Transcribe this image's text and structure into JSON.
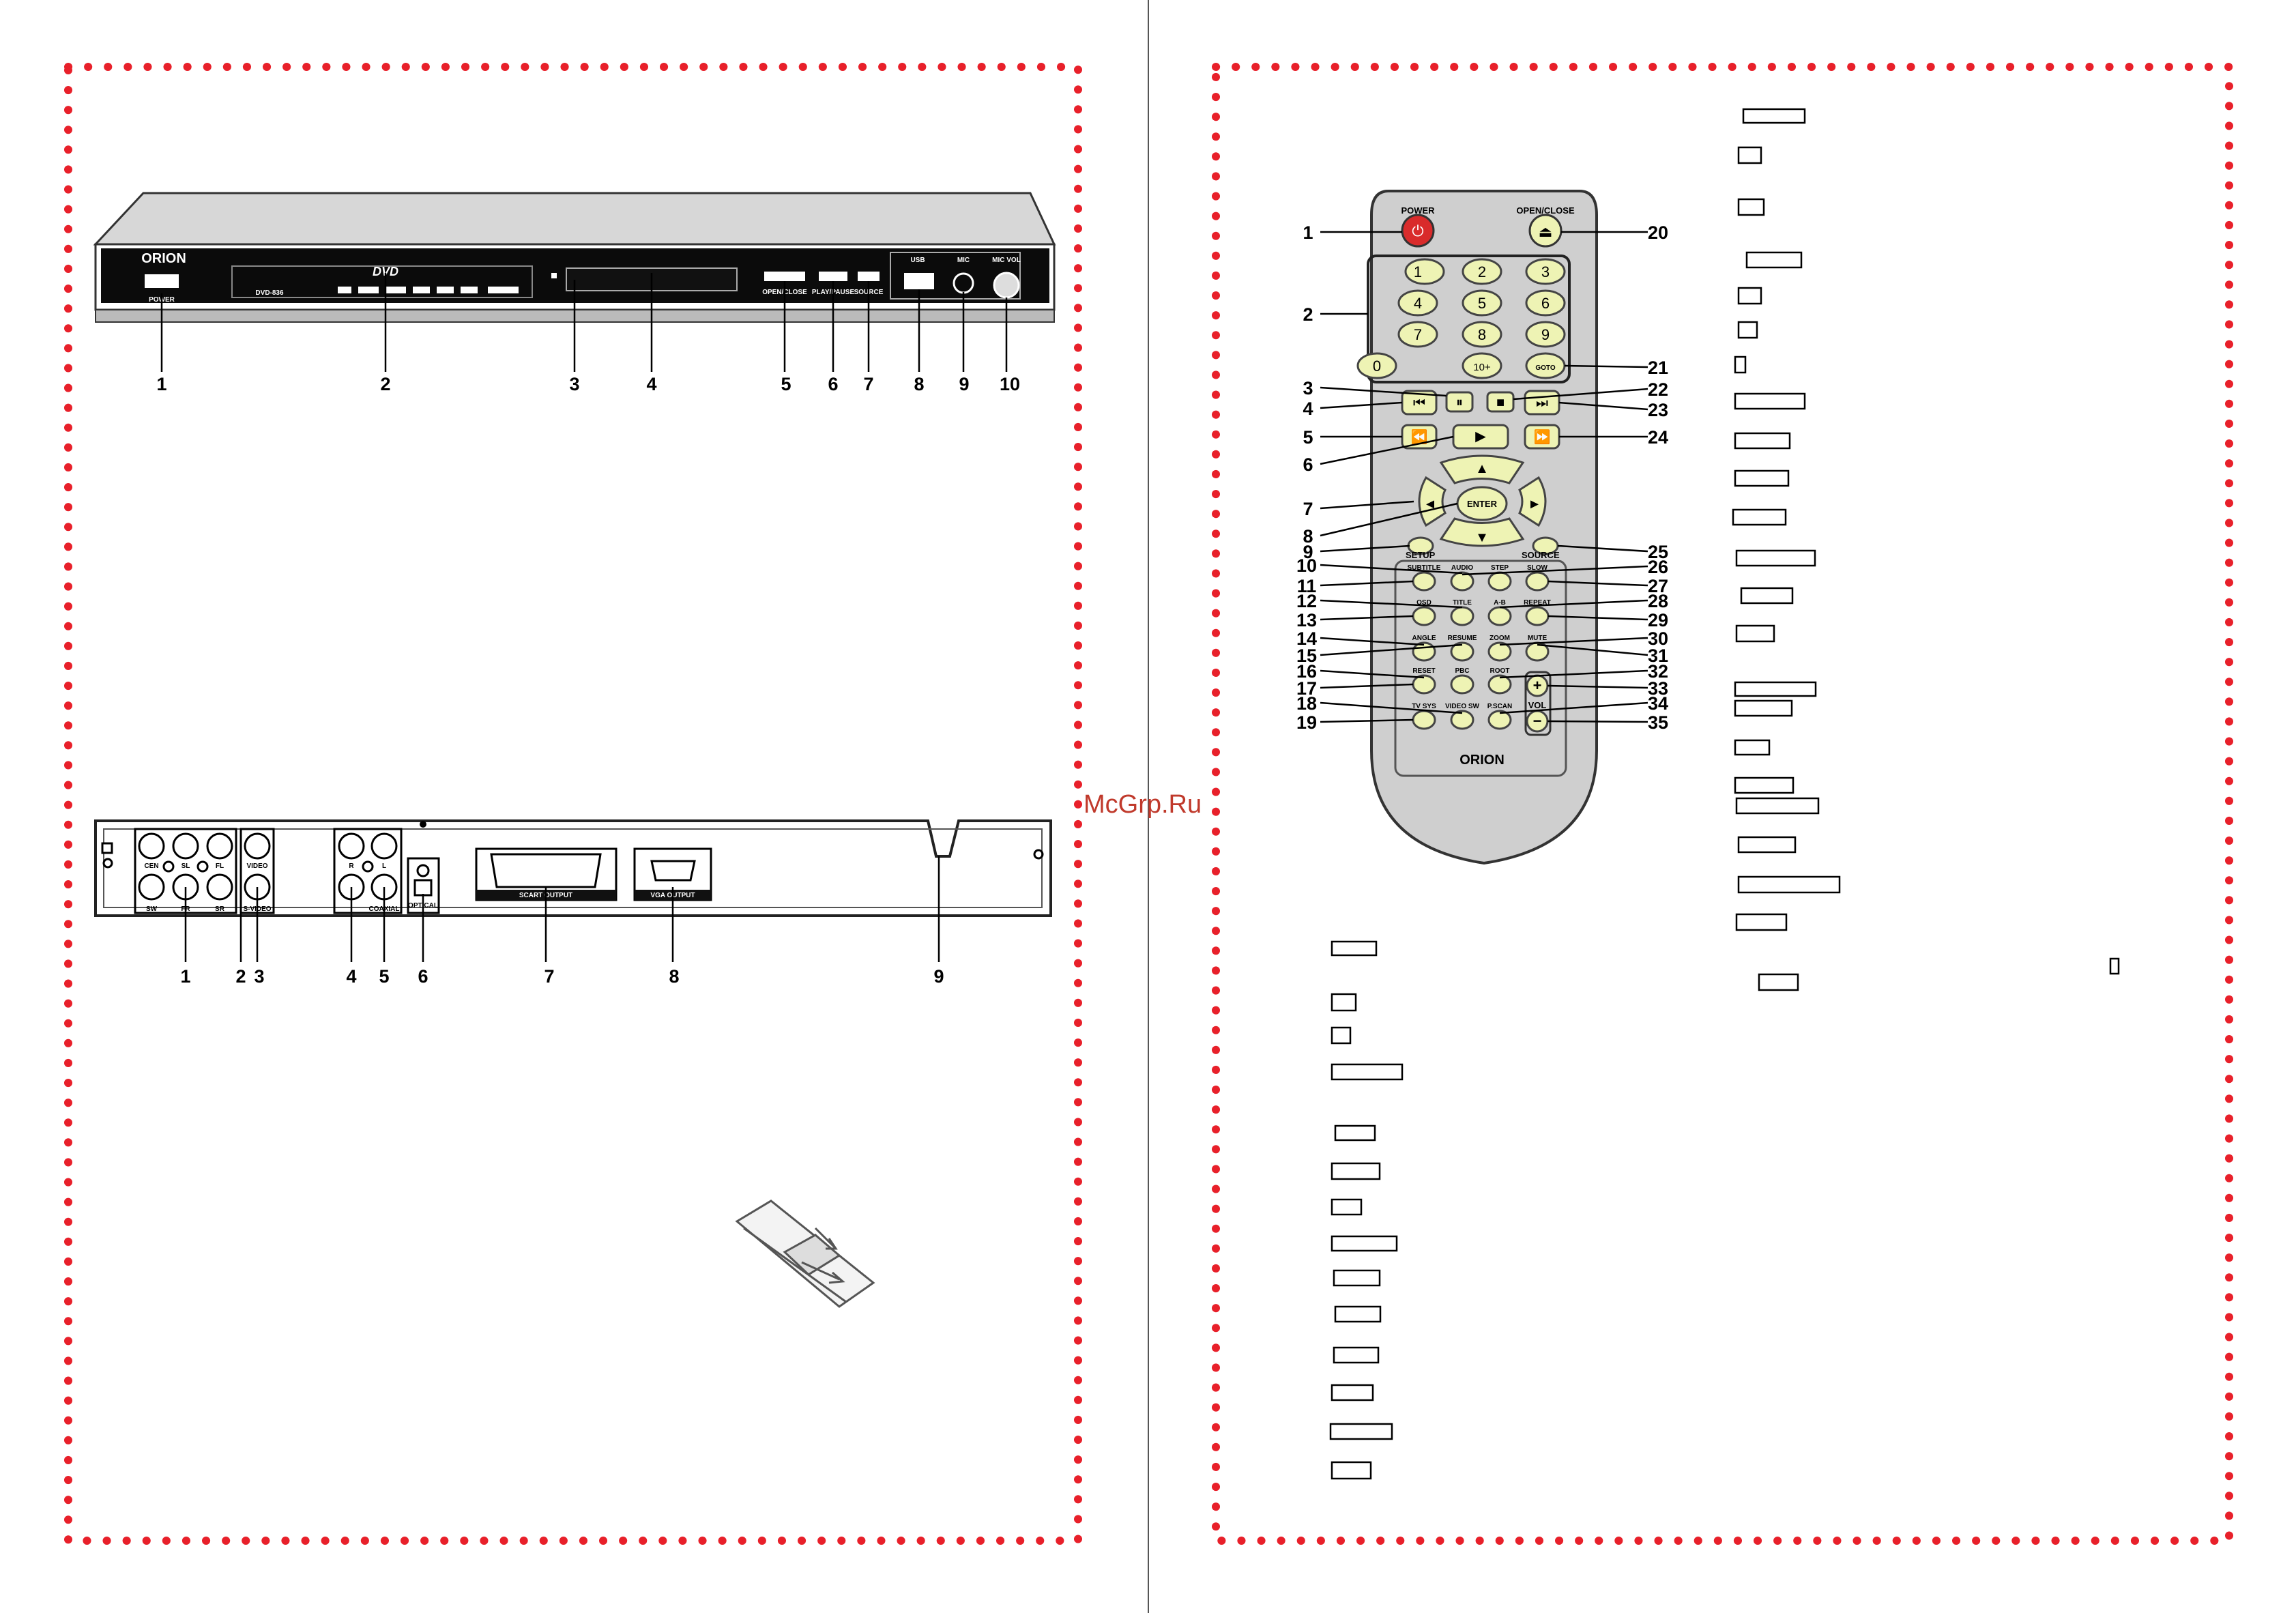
{
  "front_panel": {
    "brand": "ORION",
    "model": "DVD-836",
    "disc_logo": "DVD",
    "power_label": "POWER",
    "open_close_label": "OPEN/CLOSE",
    "play_pause_label": "PLAY/PAUSE",
    "source_label": "SOURCE",
    "usb_label": "USB",
    "mic_label": "MIC",
    "mic_vol_label": "MIC VOL",
    "callouts": [
      "1",
      "2",
      "3",
      "4",
      "5",
      "6",
      "7",
      "8",
      "9",
      "10"
    ]
  },
  "rear_panel": {
    "jack_labels": [
      "CEN",
      "FL",
      "FR",
      "SW",
      "SL",
      "SR",
      "VIDEO",
      "S-VIDEO",
      "R",
      "L",
      "OPTICAL",
      "COAXIAL"
    ],
    "scart_label": "SCART OUTPUT",
    "vga_label": "VGA OUTPUT",
    "callouts": [
      "1",
      "2",
      "3",
      "4",
      "5",
      "6",
      "7",
      "8",
      "9"
    ]
  },
  "remote": {
    "brand": "ORION",
    "power": "POWER",
    "open_close": "OPEN/CLOSE",
    "numbers": [
      "1",
      "2",
      "3",
      "4",
      "5",
      "6",
      "7",
      "8",
      "9",
      "0",
      "10+"
    ],
    "goto": "GOTO",
    "enter": "ENTER",
    "setup": "SETUP",
    "source": "SOURCE",
    "vol": "VOL",
    "grid_labels": [
      "SUBTITLE",
      "AUDIO",
      "STEP",
      "SLOW",
      "OSD",
      "TITLE",
      "A-B",
      "REPEAT",
      "ANGLE",
      "RESUME",
      "ZOOM",
      "MUTE",
      "RESET",
      "PBC",
      "ROOT",
      "TV SYS",
      "VIDEO SW",
      "P.SCAN"
    ],
    "left_callouts": [
      "1",
      "2",
      "3",
      "4",
      "5",
      "6",
      "7",
      "8",
      "9",
      "10",
      "11",
      "12",
      "13",
      "14",
      "15",
      "16",
      "17",
      "18",
      "19"
    ],
    "right_callouts": [
      "20",
      "21",
      "22",
      "23",
      "24",
      "25",
      "26",
      "27",
      "28",
      "29",
      "30",
      "31",
      "32",
      "33",
      "34",
      "35"
    ]
  },
  "watermark": "McGrp.Ru",
  "colors": {
    "border_dots": "#e8202a",
    "key_fill": "#eef3b4",
    "power_key": "#d92b2b",
    "remote_body": "#cfcfcf"
  }
}
